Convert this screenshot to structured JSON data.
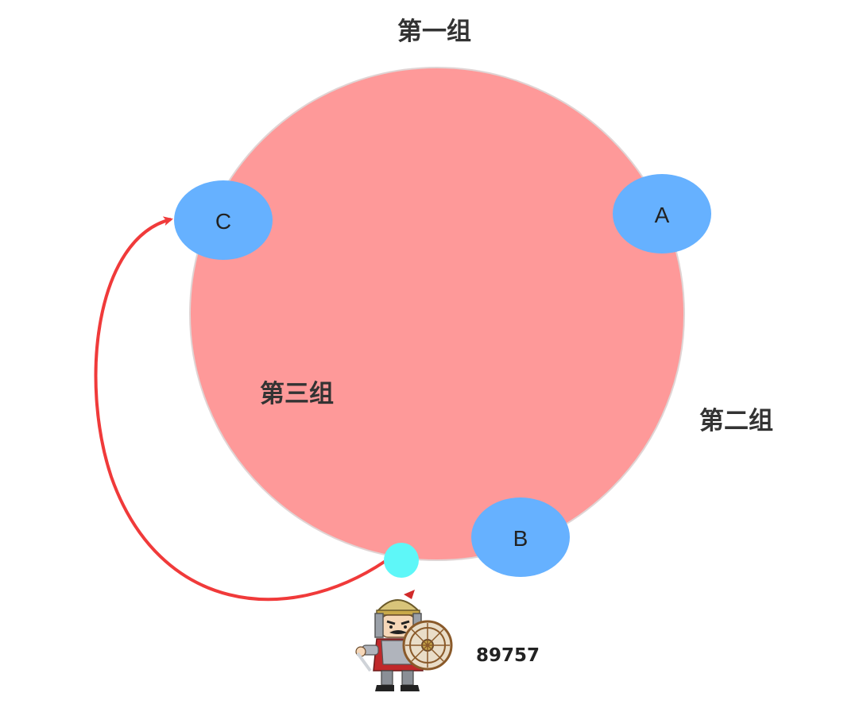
{
  "groups": {
    "g1": "第一组",
    "g2": "第二组",
    "g3": "第三组"
  },
  "nodes": {
    "a": "A",
    "b": "B",
    "c": "C"
  },
  "request_number": "89757",
  "colors": {
    "ring": "#fe9999",
    "node": "#66b1ff",
    "point": "#5ef7f8",
    "arrow": "#f03a3a"
  },
  "icons": {
    "soldier": "armored-soldier-with-shield-icon"
  }
}
